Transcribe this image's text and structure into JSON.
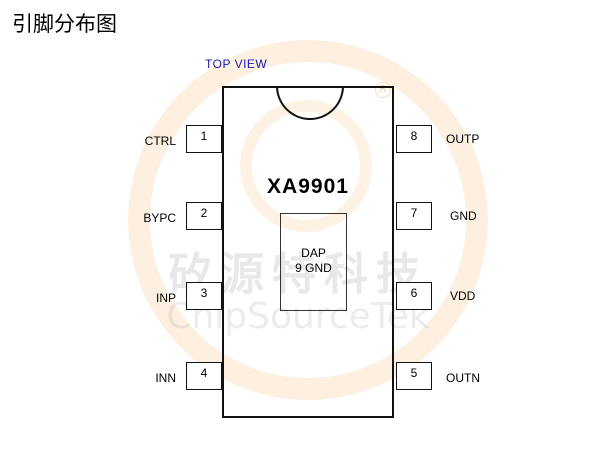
{
  "page": {
    "title": "引脚分布图"
  },
  "diagram": {
    "view_label": "TOP  VIEW",
    "chip_name": "XA9901",
    "dap_line1": "DAP",
    "dap_line2": "9 GND",
    "left_pins": [
      {
        "num": "1",
        "label": "CTRL"
      },
      {
        "num": "2",
        "label": "BYPC"
      },
      {
        "num": "3",
        "label": "INP"
      },
      {
        "num": "4",
        "label": "INN"
      }
    ],
    "right_pins": [
      {
        "num": "8",
        "label": "OUTP"
      },
      {
        "num": "7",
        "label": "GND"
      },
      {
        "num": "6",
        "label": "VDD"
      },
      {
        "num": "5",
        "label": "OUTN"
      }
    ]
  },
  "watermark": {
    "cn": "矽源特科技",
    "en": "ChipSourceTek",
    "reg_mark": "R"
  }
}
